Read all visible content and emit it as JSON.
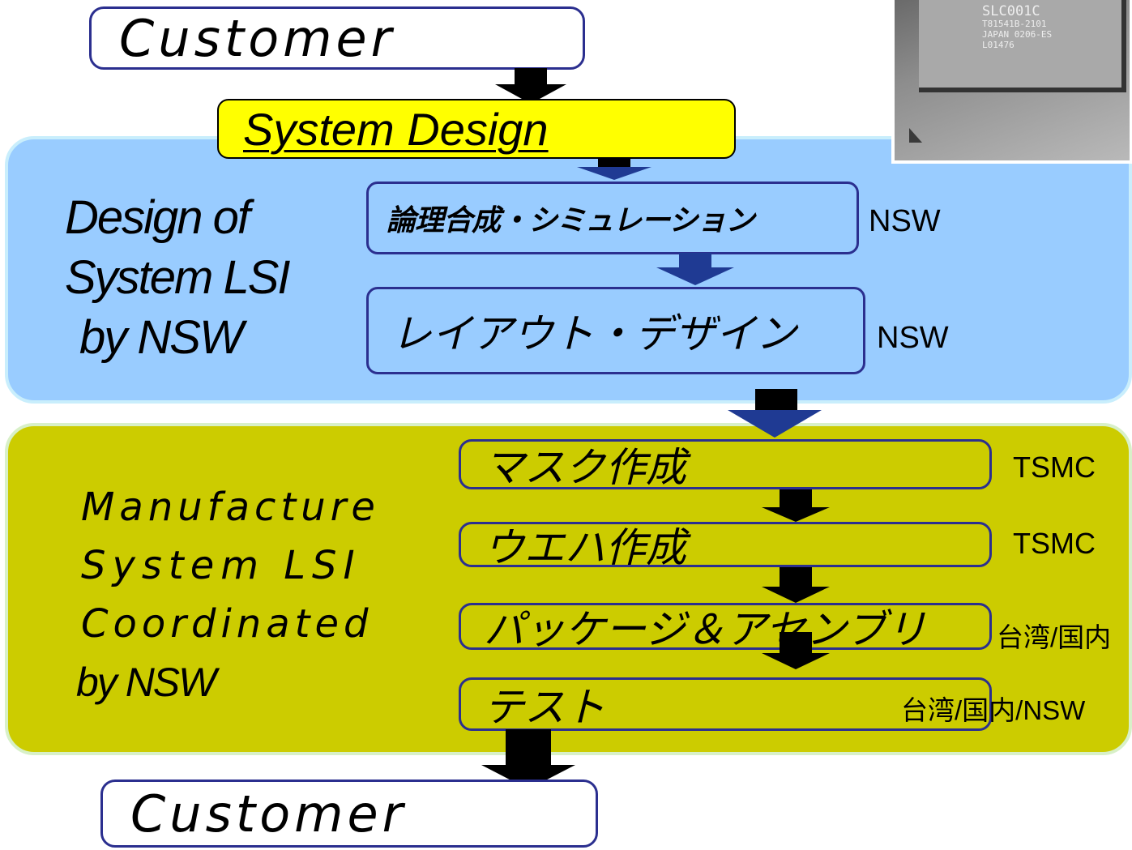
{
  "top_customer": "Customer",
  "system_design": "System Design",
  "design_panel": {
    "title_lines": [
      "Design of",
      "System LSI",
      "by NSW"
    ],
    "steps": [
      {
        "label": "論理合成・シミュレーション",
        "supplier": "NSW"
      },
      {
        "label": "レイアウト・デザイン",
        "supplier": "NSW"
      }
    ]
  },
  "manufacture_panel": {
    "title_lines": [
      "Manufacture",
      "System LSI",
      "Coordinated",
      "by NSW"
    ],
    "steps": [
      {
        "label": "マスク作成",
        "supplier": "TSMC"
      },
      {
        "label": "ウエハ作成",
        "supplier": "TSMC"
      },
      {
        "label": "パッケージ＆アセンブリ",
        "supplier": "台湾/国内"
      },
      {
        "label": "テスト",
        "supplier": "台湾/国内/NSW"
      }
    ]
  },
  "bottom_customer": "Customer",
  "chip_photo": {
    "text_lines": [
      "SLC001C",
      "T81541B-2101",
      "JAPAN 0206-ES",
      "L01476"
    ]
  },
  "colors": {
    "design_panel": "#99ccff",
    "design_panel_border": "#c9eefc",
    "manufacture_panel": "#cccc00",
    "manufacture_panel_border": "#d8f0c8",
    "system_design_fill": "#ffff00",
    "box_border": "#2b2f8f",
    "arrow": "#000000",
    "arrow_blue": "#1f3a93"
  }
}
